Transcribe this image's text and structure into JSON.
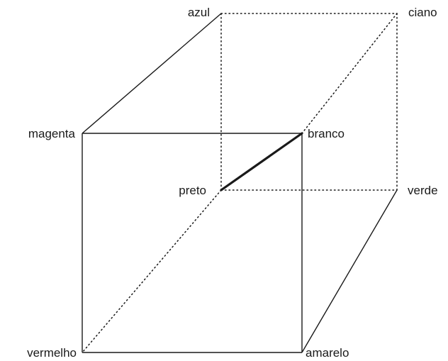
{
  "diagram": {
    "vertices": {
      "azul": "azul",
      "ciano": "ciano",
      "magenta": "magenta",
      "branco": "branco",
      "preto": "preto",
      "verde": "verde",
      "vermelho": "vermelho",
      "amarelo": "amarelo"
    },
    "edges": [
      {
        "from": "magenta",
        "to": "branco",
        "style": "solid"
      },
      {
        "from": "branco",
        "to": "amarelo",
        "style": "solid"
      },
      {
        "from": "amarelo",
        "to": "vermelho",
        "style": "solid"
      },
      {
        "from": "vermelho",
        "to": "magenta",
        "style": "solid"
      },
      {
        "from": "magenta",
        "to": "azul",
        "style": "solid"
      },
      {
        "from": "amarelo",
        "to": "verde",
        "style": "solid"
      },
      {
        "from": "azul",
        "to": "ciano",
        "style": "dotted"
      },
      {
        "from": "ciano",
        "to": "verde",
        "style": "dotted"
      },
      {
        "from": "azul",
        "to": "preto",
        "style": "dotted"
      },
      {
        "from": "preto",
        "to": "verde",
        "style": "dotted"
      },
      {
        "from": "ciano",
        "to": "branco",
        "style": "dotted"
      },
      {
        "from": "preto",
        "to": "vermelho",
        "style": "dotted"
      },
      {
        "from": "preto",
        "to": "branco",
        "style": "thick"
      }
    ],
    "colors": {
      "line": "#1a1a1a",
      "background": "#ffffff"
    }
  }
}
